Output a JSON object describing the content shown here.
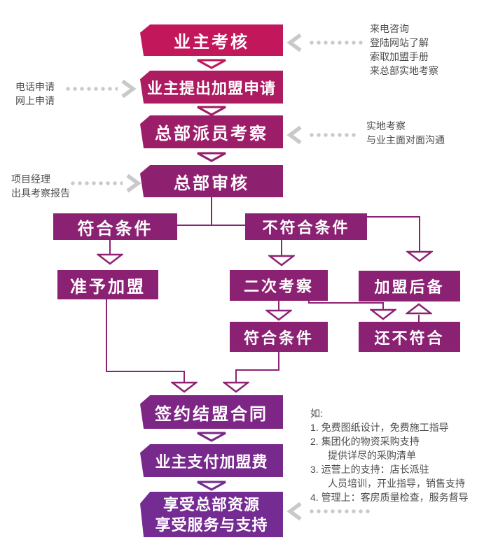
{
  "colors": {
    "step_top": "#c2185b",
    "step_mid": "#9c1e69",
    "branch_box": "#8b2173",
    "step_bottom": "#742c92",
    "connector": "#8e2272",
    "dotted_arrow": "#c9c9c9",
    "note_text": "#4d4d4d"
  },
  "flow": {
    "steps": [
      {
        "id": "owner-assessment",
        "label": "业主考核"
      },
      {
        "id": "owner-apply",
        "label": "业主提出加盟申请"
      },
      {
        "id": "hq-inspection",
        "label": "总部派员考察"
      },
      {
        "id": "hq-review",
        "label": "总部审核"
      },
      {
        "id": "qualified",
        "label": "符合条件"
      },
      {
        "id": "not-qualified",
        "label": "不符合条件"
      },
      {
        "id": "approve-join",
        "label": "准予加盟"
      },
      {
        "id": "second-inspection",
        "label": "二次考察"
      },
      {
        "id": "join-reserve",
        "label": "加盟后备"
      },
      {
        "id": "qualified-2",
        "label": "符合条件"
      },
      {
        "id": "still-not-qualified",
        "label": "还不符合"
      },
      {
        "id": "sign-contract",
        "label": "签约结盟合同"
      },
      {
        "id": "pay-fee",
        "label": "业主支付加盟费"
      },
      {
        "id": "enjoy-support",
        "label": "享受总部资源",
        "label2": "享受服务与支持"
      }
    ]
  },
  "annotations": {
    "contact_right": {
      "lines": [
        "来电咨询",
        "登陆网站了解",
        "索取加盟手册",
        "来总部实地考察"
      ]
    },
    "apply_left": {
      "lines": [
        "电话申请",
        "网上申请"
      ]
    },
    "inspect_right": {
      "lines": [
        "实地考察",
        "与业主面对面沟通"
      ]
    },
    "review_left": {
      "lines": [
        "项目经理",
        "出具考察报告"
      ]
    },
    "benefits": {
      "lines": [
        "如:",
        "1.  免费图纸设计，免费施工指导",
        "2.  集团化的物资采购支持",
        "提供详尽的采购清单",
        "3.  运营上的支持：店长派驻",
        "人员培训，开业指导，销售支持",
        "4.  管理上：客房质量检查，服务督导"
      ]
    }
  }
}
